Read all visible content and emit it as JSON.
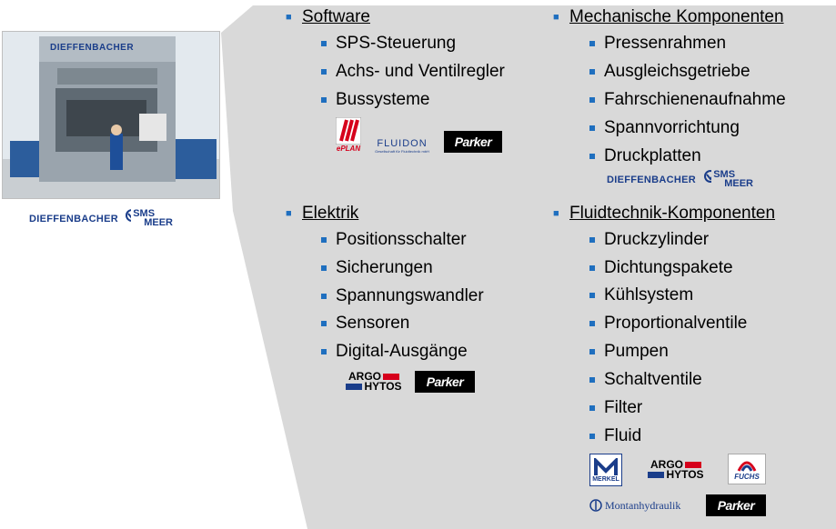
{
  "colors": {
    "panel_gray": "#d9d9d9",
    "bullet_blue": "#1f6fbf",
    "brand_blue": "#1a3d8a",
    "red": "#d6001c"
  },
  "left_logos": {
    "dieffenbacher": "DIEFFENBACHER",
    "sms_top": "SMS",
    "sms_bottom": "MEER"
  },
  "photo": {
    "machine_label": "DIEFFENBACHER"
  },
  "sections": {
    "software": {
      "title": "Software",
      "items": [
        "SPS-Steuerung",
        "Achs- und Ventilregler",
        "Bussysteme"
      ],
      "logos": {
        "eplan": "ePLAN",
        "fluidon": "FLUIDON",
        "fluidon_sub": "Gesellschaft für Fluidtechnik mbH",
        "parker": "Parker"
      }
    },
    "mechanik": {
      "title": "Mechanische Komponenten",
      "items": [
        "Pressenrahmen",
        "Ausgleichsgetriebe",
        "Fahrschienenaufnahme",
        "Spannvorrichtung",
        "Druckplatten"
      ],
      "logos": {
        "dieffenbacher": "DIEFFENBACHER",
        "sms_top": "SMS",
        "sms_bottom": "MEER"
      }
    },
    "elektrik": {
      "title": "Elektrik",
      "items": [
        "Positionsschalter",
        "Sicherungen",
        "Spannungswandler",
        "Sensoren",
        "Digital-Ausgänge"
      ],
      "logos": {
        "argo_top": "ARGO",
        "argo_bottom": "HYTOS",
        "parker": "Parker"
      }
    },
    "fluid": {
      "title": "Fluidtechnik-Komponenten",
      "items": [
        "Druckzylinder",
        "Dichtungspakete",
        "Kühlsystem",
        "Proportionalventile",
        "Pumpen",
        "Schaltventile",
        "Filter",
        "Fluid"
      ],
      "logos": {
        "merkel": "MERKEL",
        "argo_top": "ARGO",
        "argo_bottom": "HYTOS",
        "fuchs": "FUCHS",
        "montan": "Montanhydraulik",
        "parker": "Parker"
      }
    }
  }
}
